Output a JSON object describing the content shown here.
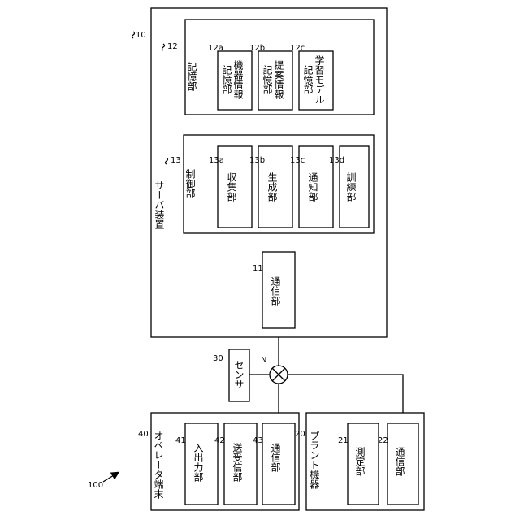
{
  "system_ref": "100",
  "server": {
    "ref": "10",
    "label": "サーバ装置",
    "storage": {
      "ref": "12",
      "label": "記憶部",
      "items": [
        {
          "ref": "12a",
          "line1": "機器情報",
          "line2": "記憶部"
        },
        {
          "ref": "12b",
          "line1": "提案情報",
          "line2": "記憶部"
        },
        {
          "ref": "12c",
          "line1": "学習モデル",
          "line2": "記憶部"
        }
      ]
    },
    "control": {
      "ref": "13",
      "label": "制御部",
      "items": [
        {
          "ref": "13a",
          "label": "収集部"
        },
        {
          "ref": "13b",
          "label": "生成部"
        },
        {
          "ref": "13c",
          "label": "通知部"
        },
        {
          "ref": "13d",
          "label": "訓練部"
        }
      ]
    },
    "comm": {
      "ref": "11",
      "label": "通信部"
    }
  },
  "network": {
    "ref": "N"
  },
  "sensor": {
    "ref": "30",
    "label": "センサ"
  },
  "operator": {
    "ref": "40",
    "label": "オペレータ端末",
    "items": [
      {
        "ref": "41",
        "label": "入出力部"
      },
      {
        "ref": "42",
        "label": "送受信部"
      },
      {
        "ref": "43",
        "label": "通信部"
      }
    ]
  },
  "plant": {
    "ref": "20",
    "label": "プラント機器",
    "items": [
      {
        "ref": "21",
        "label": "測定部"
      },
      {
        "ref": "22",
        "label": "通信部"
      }
    ]
  }
}
